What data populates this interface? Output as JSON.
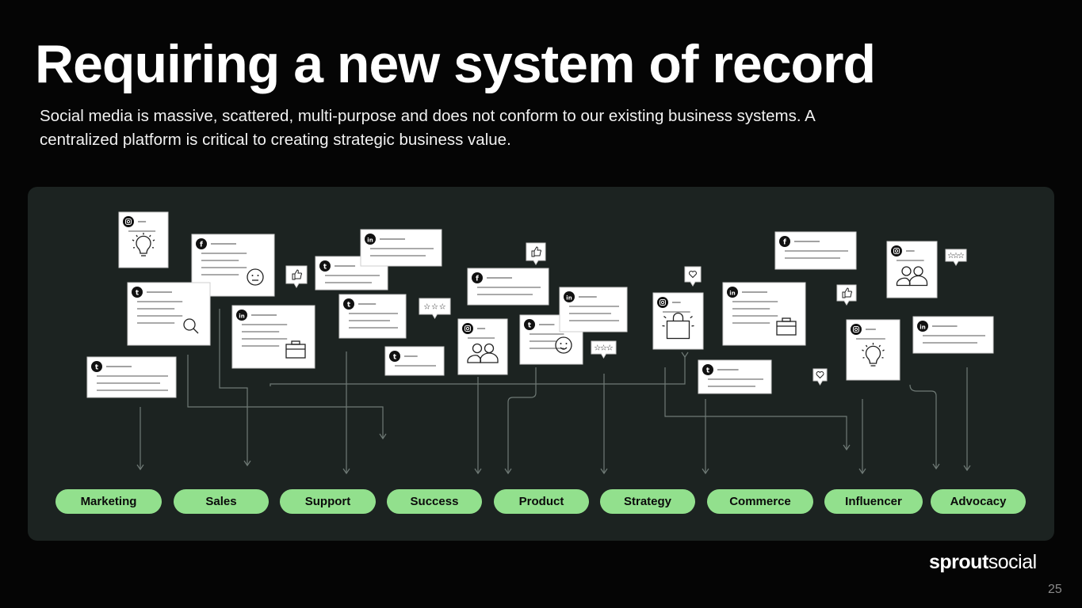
{
  "slide": {
    "title": "Requiring a new system of record",
    "subtitle": "Social media is massive, scattered, multi-purpose and does not conform to our existing business systems. A centralized platform is critical to creating strategic business value.",
    "page_number": "25"
  },
  "logo": {
    "part1": "sprout",
    "part2": "social"
  },
  "categories": [
    {
      "label": "Marketing"
    },
    {
      "label": "Sales"
    },
    {
      "label": "Support"
    },
    {
      "label": "Success"
    },
    {
      "label": "Product"
    },
    {
      "label": "Strategy"
    },
    {
      "label": "Commerce"
    },
    {
      "label": "Influencer"
    },
    {
      "label": "Advocacy"
    }
  ],
  "colors": {
    "background": "#050505",
    "panel": "#1c2321",
    "pill": "#92e08d",
    "connector": "#6f7a76"
  },
  "post_cards_icons": [
    "instagram-icon",
    "facebook-icon",
    "twitter-icon",
    "linkedin-icon"
  ]
}
